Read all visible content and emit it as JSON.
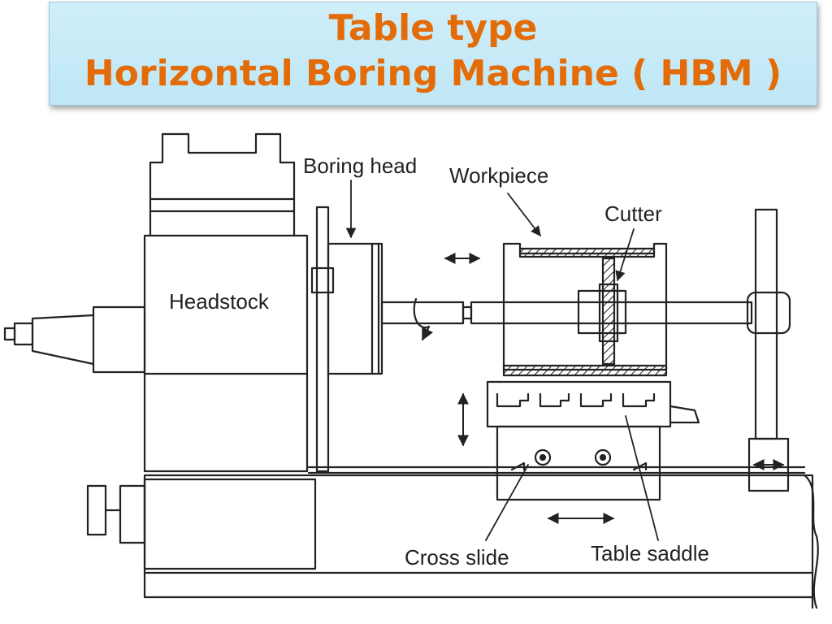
{
  "title": {
    "line1": "Table type",
    "line2": "Horizontal Boring Machine ( HBM )"
  },
  "diagram": {
    "labels": {
      "boring_head": "Boring head",
      "workpiece": "Workpiece",
      "cutter": "Cutter",
      "headstock": "Headstock",
      "cross_slide": "Cross slide",
      "table_saddle": "Table saddle"
    }
  }
}
